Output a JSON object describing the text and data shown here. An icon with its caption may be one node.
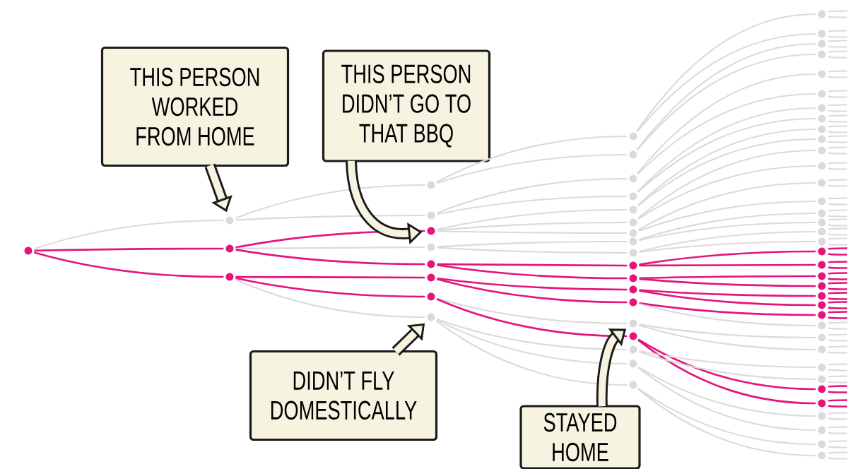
{
  "diagram": {
    "nodes": [
      {
        "text": [
          "THIS PERSON WORKED FROM HOME"
        ]
      },
      {
        "text": [
          "THIS PERSON DIDN’T GO TO THAT BBQ"
        ]
      },
      {
        "text": [
          "DIDN’T FLY DOMESTICALLY"
        ]
      },
      {
        "text": [
          "STAYED HOME"
        ]
      },
      {
        "text": [],
        "shape": "circle"
      },
      {
        "text": [],
        "shape": "circle"
      },
      {
        "text": [],
        "shape": "circle"
      },
      {
        "text": [],
        "shape": "circle"
      },
      {
        "text": [],
        "shape": "circle"
      },
      {
        "text": [],
        "shape": "circle"
      },
      {
        "text": [],
        "shape": "circle"
      },
      {
        "text": [],
        "shape": "circle"
      },
      {
        "text": [],
        "shape": "circle"
      },
      {
        "text": [],
        "shape": "circle"
      },
      {
        "text": [],
        "shape": "circle"
      },
      {
        "text": [],
        "shape": "circle"
      },
      {
        "text": [],
        "shape": "circle"
      },
      {
        "text": [],
        "shape": "circle"
      },
      {
        "text": [],
        "shape": "circle"
      },
      {
        "text": [],
        "shape": "circle"
      },
      {
        "text": [],
        "shape": "circle"
      },
      {
        "text": [],
        "shape": "circle"
      },
      {
        "text": [],
        "shape": "circle"
      },
      {
        "text": [],
        "shape": "circle"
      },
      {
        "text": [],
        "shape": "circle"
      },
      {
        "text": [],
        "shape": "circle"
      },
      {
        "text": [],
        "shape": "circle"
      },
      {
        "text": [],
        "shape": "circle"
      },
      {
        "text": [],
        "shape": "circle"
      },
      {
        "text": [],
        "shape": "circle"
      },
      {
        "text": [],
        "shape": "circle"
      },
      {
        "text": [],
        "shape": "circle"
      },
      {
        "text": [],
        "shape": "circle"
      },
      {
        "text": [],
        "shape": "circle"
      },
      {
        "text": [],
        "shape": "circle"
      },
      {
        "text": [],
        "shape": "circle"
      },
      {
        "text": [],
        "shape": "circle"
      },
      {
        "text": [],
        "shape": "circle"
      },
      {
        "text": [],
        "shape": "circle"
      },
      {
        "text": [],
        "shape": "circle"
      },
      {
        "text": [],
        "shape": "circle"
      },
      {
        "text": [],
        "shape": "circle"
      },
      {
        "text": [],
        "shape": "circle"
      },
      {
        "text": [],
        "shape": "circle"
      },
      {
        "text": [],
        "shape": "circle"
      },
      {
        "text": [],
        "shape": "circle"
      },
      {
        "text": [],
        "shape": "circle"
      },
      {
        "text": [],
        "shape": "circle"
      },
      {
        "text": [],
        "shape": "circle"
      },
      {
        "text": [],
        "shape": "circle"
      },
      {
        "text": [],
        "shape": "circle"
      },
      {
        "text": [],
        "shape": "circle"
      },
      {
        "text": [],
        "shape": "circle"
      },
      {
        "text": [],
        "shape": "circle"
      },
      {
        "text": [],
        "shape": "circle"
      },
      {
        "text": [],
        "shape": "circle"
      },
      {
        "text": [],
        "shape": "circle"
      },
      {
        "text": [],
        "shape": "circle"
      },
      {
        "text": [],
        "shape": "circle"
      },
      {
        "text": [],
        "shape": "circle"
      },
      {
        "text": [],
        "shape": "circle"
      },
      {
        "text": [],
        "shape": "circle"
      },
      {
        "text": [],
        "shape": "circle"
      },
      {
        "text": [],
        "shape": "circle"
      },
      {
        "text": [],
        "shape": "circle"
      },
      {
        "text": [],
        "shape": "circle"
      },
      {
        "text": [],
        "shape": "circle"
      },
      {
        "text": [],
        "shape": "circle"
      },
      {
        "text": [],
        "shape": "circle"
      },
      {
        "text": [],
        "shape": "circle"
      }
    ],
    "edges": [
      {
        "from": 0,
        "to": 5,
        "arrow": "to",
        "style": "thick",
        "color": "#1b1b1b"
      },
      {
        "from": 1,
        "to": 10,
        "arrow": "to",
        "style": "thick",
        "color": "#1b1b1b"
      },
      {
        "from": 2,
        "to": 15,
        "arrow": "to",
        "style": "thick",
        "color": "#1b1b1b"
      },
      {
        "from": 3,
        "to": 29,
        "arrow": "to",
        "style": "thick",
        "color": "#1b1b1b"
      },
      {
        "from": 4,
        "to": 5,
        "arrow": "none"
      },
      {
        "from": 4,
        "to": 6,
        "arrow": "none",
        "color": "#e4147c"
      },
      {
        "from": 4,
        "to": 7,
        "arrow": "none",
        "color": "#e4147c"
      },
      {
        "from": 5,
        "to": 8,
        "arrow": "none"
      },
      {
        "from": 5,
        "to": 9,
        "arrow": "none"
      },
      {
        "from": 6,
        "to": 10,
        "arrow": "none",
        "color": "#e4147c"
      },
      {
        "from": 6,
        "to": 11,
        "arrow": "none"
      },
      {
        "from": 6,
        "to": 12,
        "arrow": "none",
        "color": "#e4147c"
      },
      {
        "from": 7,
        "to": 13,
        "arrow": "none",
        "color": "#e4147c"
      },
      {
        "from": 7,
        "to": 14,
        "arrow": "none",
        "color": "#e4147c"
      },
      {
        "from": 7,
        "to": 15,
        "arrow": "none"
      },
      {
        "from": 8,
        "to": 16,
        "arrow": "none"
      },
      {
        "from": 8,
        "to": 17,
        "arrow": "none"
      },
      {
        "from": 9,
        "to": 18,
        "arrow": "none"
      },
      {
        "from": 9,
        "to": 19,
        "arrow": "none"
      },
      {
        "from": 10,
        "to": 20,
        "arrow": "none"
      },
      {
        "from": 10,
        "to": 21,
        "arrow": "none"
      },
      {
        "from": 10,
        "to": 22,
        "arrow": "none"
      },
      {
        "from": 11,
        "to": 23,
        "arrow": "none"
      },
      {
        "from": 11,
        "to": 24,
        "arrow": "none"
      },
      {
        "from": 12,
        "to": 25,
        "arrow": "none",
        "color": "#e4147c"
      },
      {
        "from": 12,
        "to": 26,
        "arrow": "none",
        "color": "#e4147c"
      },
      {
        "from": 13,
        "to": 27,
        "arrow": "none",
        "color": "#e4147c"
      },
      {
        "from": 13,
        "to": 28,
        "arrow": "none",
        "color": "#e4147c"
      },
      {
        "from": 14,
        "to": 29,
        "arrow": "none"
      },
      {
        "from": 14,
        "to": 30,
        "arrow": "none",
        "color": "#e4147c"
      },
      {
        "from": 15,
        "to": 31,
        "arrow": "none"
      },
      {
        "from": 15,
        "to": 32,
        "arrow": "none"
      },
      {
        "from": 15,
        "to": 33,
        "arrow": "none"
      },
      {
        "from": 16,
        "to": 34,
        "arrow": "none"
      },
      {
        "from": 16,
        "to": 35,
        "arrow": "none"
      },
      {
        "from": 17,
        "to": 36,
        "arrow": "none"
      },
      {
        "from": 17,
        "to": 37,
        "arrow": "none"
      },
      {
        "from": 18,
        "to": 38,
        "arrow": "none"
      },
      {
        "from": 18,
        "to": 39,
        "arrow": "none"
      },
      {
        "from": 19,
        "to": 40,
        "arrow": "none"
      },
      {
        "from": 19,
        "to": 41,
        "arrow": "none"
      },
      {
        "from": 20,
        "to": 42,
        "arrow": "none"
      },
      {
        "from": 20,
        "to": 43,
        "arrow": "none"
      },
      {
        "from": 21,
        "to": 44,
        "arrow": "none"
      },
      {
        "from": 21,
        "to": 45,
        "arrow": "none"
      },
      {
        "from": 22,
        "to": 46,
        "arrow": "none"
      },
      {
        "from": 22,
        "to": 47,
        "arrow": "none"
      },
      {
        "from": 23,
        "to": 48,
        "arrow": "none"
      },
      {
        "from": 23,
        "to": 49,
        "arrow": "none"
      },
      {
        "from": 24,
        "to": 50,
        "arrow": "none"
      },
      {
        "from": 24,
        "to": 51,
        "arrow": "none"
      },
      {
        "from": 25,
        "to": 52,
        "arrow": "none",
        "color": "#e4147c"
      },
      {
        "from": 25,
        "to": 53,
        "arrow": "none",
        "color": "#e4147c"
      },
      {
        "from": 26,
        "to": 54,
        "arrow": "none",
        "color": "#e4147c"
      },
      {
        "from": 26,
        "to": 55,
        "arrow": "none",
        "color": "#e4147c"
      },
      {
        "from": 27,
        "to": 56,
        "arrow": "none",
        "color": "#e4147c"
      },
      {
        "from": 27,
        "to": 57,
        "arrow": "none",
        "color": "#e4147c"
      },
      {
        "from": 28,
        "to": 58,
        "arrow": "none",
        "color": "#e4147c"
      },
      {
        "from": 28,
        "to": 59,
        "arrow": "none"
      },
      {
        "from": 29,
        "to": 60,
        "arrow": "none"
      },
      {
        "from": 29,
        "to": 61,
        "arrow": "none"
      },
      {
        "from": 30,
        "to": 64,
        "arrow": "none",
        "color": "#e4147c"
      },
      {
        "from": 30,
        "to": 65,
        "arrow": "none",
        "color": "#e4147c"
      },
      {
        "from": 31,
        "to": 62,
        "arrow": "none"
      },
      {
        "from": 31,
        "to": 63,
        "arrow": "none"
      },
      {
        "from": 32,
        "to": 66,
        "arrow": "none"
      },
      {
        "from": 32,
        "to": 67,
        "arrow": "none"
      },
      {
        "from": 33,
        "to": 68,
        "arrow": "none"
      },
      {
        "from": 33,
        "to": 69,
        "arrow": "none"
      },
      {
        "from": 34,
        "to": null,
        "arrow": "none"
      },
      {
        "from": 34,
        "to": null,
        "arrow": "none"
      },
      {
        "from": 35,
        "to": null,
        "arrow": "none"
      },
      {
        "from": 35,
        "to": null,
        "arrow": "none"
      },
      {
        "from": 36,
        "to": null,
        "arrow": "none"
      },
      {
        "from": 36,
        "to": null,
        "arrow": "none"
      },
      {
        "from": 37,
        "to": null,
        "arrow": "none"
      },
      {
        "from": 37,
        "to": null,
        "arrow": "none"
      },
      {
        "from": 38,
        "to": null,
        "arrow": "none"
      },
      {
        "from": 38,
        "to": null,
        "arrow": "none"
      },
      {
        "from": 39,
        "to": null,
        "arrow": "none"
      },
      {
        "from": 39,
        "to": null,
        "arrow": "none"
      },
      {
        "from": 40,
        "to": null,
        "arrow": "none"
      },
      {
        "from": 40,
        "to": null,
        "arrow": "none"
      },
      {
        "from": 41,
        "to": null,
        "arrow": "none"
      },
      {
        "from": 41,
        "to": null,
        "arrow": "none"
      },
      {
        "from": 42,
        "to": null,
        "arrow": "none"
      },
      {
        "from": 42,
        "to": null,
        "arrow": "none"
      },
      {
        "from": 43,
        "to": null,
        "arrow": "none"
      },
      {
        "from": 43,
        "to": null,
        "arrow": "none"
      },
      {
        "from": 44,
        "to": null,
        "arrow": "none"
      },
      {
        "from": 44,
        "to": null,
        "arrow": "none"
      },
      {
        "from": 45,
        "to": null,
        "arrow": "none"
      },
      {
        "from": 45,
        "to": null,
        "arrow": "none"
      },
      {
        "from": 46,
        "to": null,
        "arrow": "none"
      },
      {
        "from": 46,
        "to": null,
        "arrow": "none"
      },
      {
        "from": 47,
        "to": null,
        "arrow": "none"
      },
      {
        "from": 47,
        "to": null,
        "arrow": "none"
      },
      {
        "from": 48,
        "to": null,
        "arrow": "none"
      },
      {
        "from": 48,
        "to": null,
        "arrow": "none"
      },
      {
        "from": 49,
        "to": null,
        "arrow": "none"
      },
      {
        "from": 49,
        "to": null,
        "arrow": "none"
      },
      {
        "from": 50,
        "to": null,
        "arrow": "none"
      },
      {
        "from": 50,
        "to": null,
        "arrow": "none"
      },
      {
        "from": 51,
        "to": null,
        "arrow": "none"
      },
      {
        "from": 51,
        "to": null,
        "arrow": "none"
      },
      {
        "from": 52,
        "to": null,
        "arrow": "none",
        "color": "#e4147c"
      },
      {
        "from": 52,
        "to": null,
        "arrow": "none",
        "color": "#e4147c"
      },
      {
        "from": 53,
        "to": null,
        "arrow": "none",
        "color": "#e4147c"
      },
      {
        "from": 53,
        "to": null,
        "arrow": "none",
        "color": "#e4147c"
      },
      {
        "from": 54,
        "to": null,
        "arrow": "none",
        "color": "#e4147c"
      },
      {
        "from": 54,
        "to": null,
        "arrow": "none",
        "color": "#e4147c"
      },
      {
        "from": 55,
        "to": null,
        "arrow": "none",
        "color": "#e4147c"
      },
      {
        "from": 55,
        "to": null,
        "arrow": "none",
        "color": "#e4147c"
      },
      {
        "from": 56,
        "to": null,
        "arrow": "none",
        "color": "#e4147c"
      },
      {
        "from": 56,
        "to": null,
        "arrow": "none",
        "color": "#e4147c"
      },
      {
        "from": 57,
        "to": null,
        "arrow": "none",
        "color": "#e4147c"
      },
      {
        "from": 57,
        "to": null,
        "arrow": "none",
        "color": "#e4147c"
      },
      {
        "from": 58,
        "to": null,
        "arrow": "none",
        "color": "#e4147c"
      },
      {
        "from": 58,
        "to": null,
        "arrow": "none",
        "color": "#e4147c"
      },
      {
        "from": 59,
        "to": null,
        "arrow": "none"
      },
      {
        "from": 59,
        "to": null,
        "arrow": "none"
      },
      {
        "from": 60,
        "to": null,
        "arrow": "none"
      },
      {
        "from": 60,
        "to": null,
        "arrow": "none"
      },
      {
        "from": 61,
        "to": null,
        "arrow": "none"
      },
      {
        "from": 61,
        "to": null,
        "arrow": "none"
      },
      {
        "from": 62,
        "to": null,
        "arrow": "none"
      },
      {
        "from": 62,
        "to": null,
        "arrow": "none"
      },
      {
        "from": 63,
        "to": null,
        "arrow": "none"
      },
      {
        "from": 63,
        "to": null,
        "arrow": "none"
      },
      {
        "from": 64,
        "to": null,
        "arrow": "none",
        "color": "#e4147c"
      },
      {
        "from": 64,
        "to": null,
        "arrow": "none",
        "color": "#e4147c"
      },
      {
        "from": 65,
        "to": null,
        "arrow": "none",
        "color": "#e4147c"
      },
      {
        "from": 65,
        "to": null,
        "arrow": "none",
        "color": "#e4147c"
      },
      {
        "from": 66,
        "to": null,
        "arrow": "none"
      },
      {
        "from": 66,
        "to": null,
        "arrow": "none"
      },
      {
        "from": 67,
        "to": null,
        "arrow": "none"
      },
      {
        "from": 67,
        "to": null,
        "arrow": "none"
      },
      {
        "from": 68,
        "to": null,
        "arrow": "none"
      },
      {
        "from": 68,
        "to": null,
        "arrow": "none"
      },
      {
        "from": 69,
        "to": null,
        "arrow": "none"
      },
      {
        "from": 69,
        "to": null,
        "arrow": "none"
      }
    ]
  }
}
